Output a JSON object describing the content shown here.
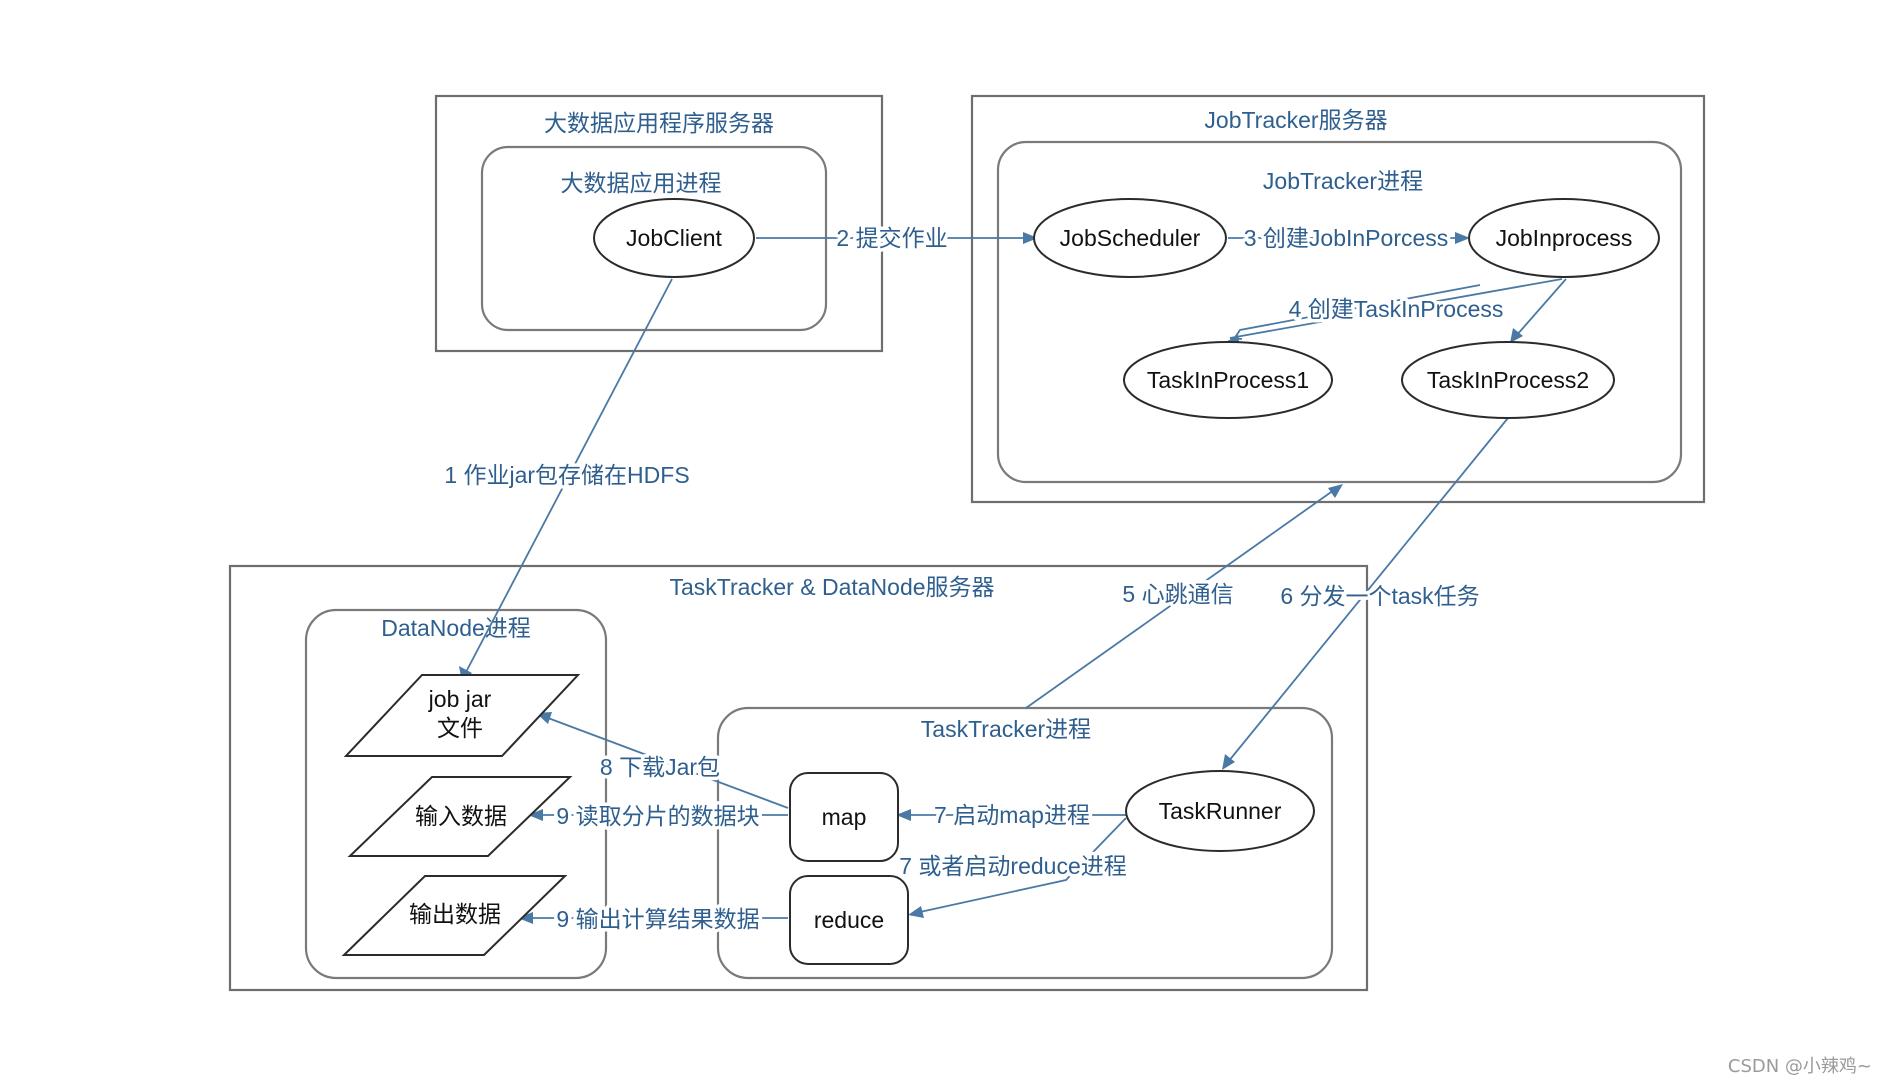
{
  "containers": {
    "app_server": "大数据应用程序服务器",
    "app_process": "大数据应用进程",
    "jobtracker_server": "JobTracker服务器",
    "jobtracker_process": "JobTracker进程",
    "tasktracker_datanode_server": "TaskTracker & DataNode服务器",
    "datanode_process": "DataNode进程",
    "tasktracker_process": "TaskTracker进程"
  },
  "nodes": {
    "jobclient": "JobClient",
    "jobscheduler": "JobScheduler",
    "jobinprocess": "JobInprocess",
    "taskinprocess1": "TaskInProcess1",
    "taskinprocess2": "TaskInProcess2",
    "taskrunner": "TaskRunner",
    "map": "map",
    "reduce": "reduce",
    "job_jar_line1": "job jar",
    "job_jar_line2": "文件",
    "input_data": "输入数据",
    "output_data": "输出数据"
  },
  "edges": {
    "e1": "1 作业jar包存储在HDFS",
    "e2": "2 提交作业",
    "e3": "3 创建JobInPorcess",
    "e4": "4 创建TaskInProcess",
    "e5": "5 心跳通信",
    "e6": "6 分发一个task任务",
    "e7a": "7 启动map进程",
    "e7b": "7 或者启动reduce进程",
    "e8": "8 下载Jar包",
    "e9a": "9 读取分片的数据块",
    "e9b": "9 输出计算结果数据"
  },
  "watermark": "CSDN @小辣鸡~"
}
